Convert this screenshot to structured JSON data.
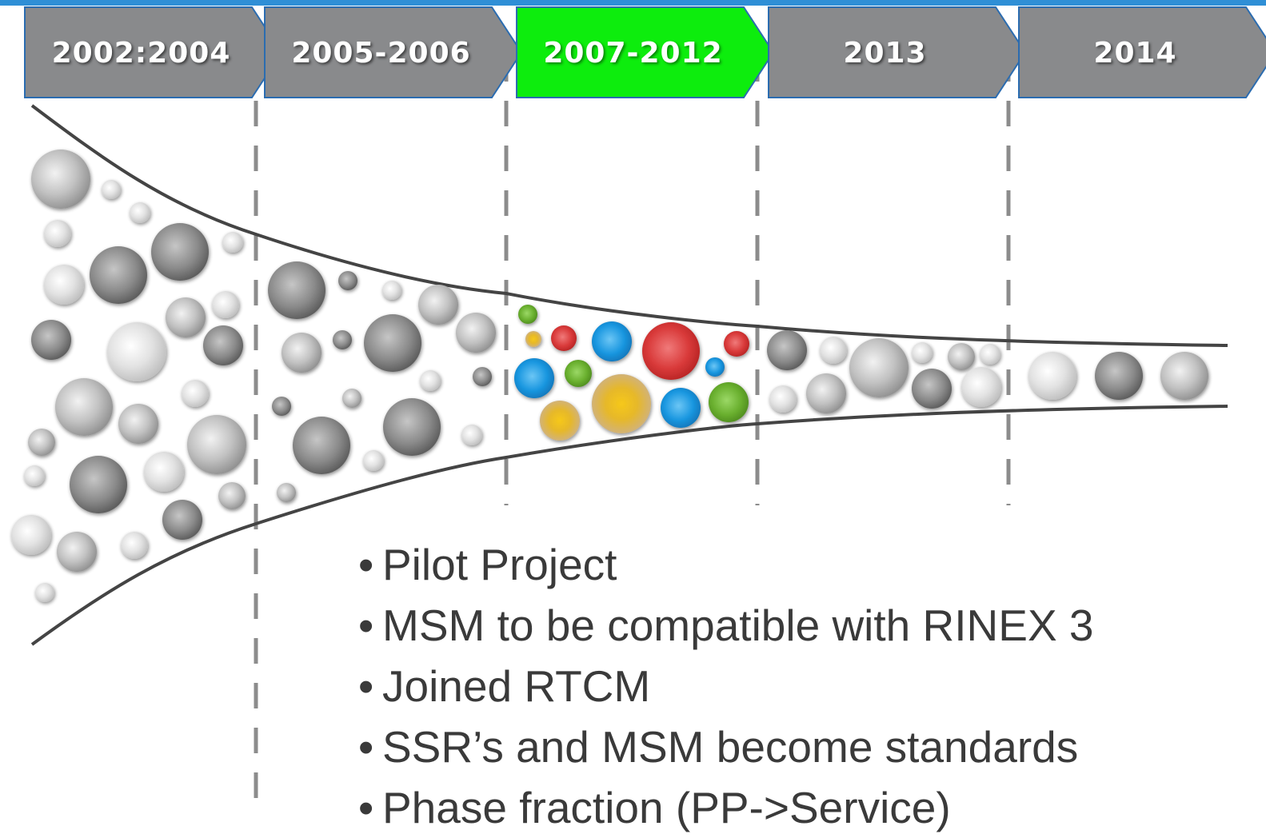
{
  "timeline": {
    "periods": [
      {
        "label": "2002:2004",
        "active": false
      },
      {
        "label": "2005-2006",
        "active": false
      },
      {
        "label": "2007-2012",
        "active": true
      },
      {
        "label": "2013",
        "active": false
      },
      {
        "label": "2014",
        "active": false
      }
    ]
  },
  "colors": {
    "chevron_gray": "#898a8c",
    "chevron_active": "#0ded0d",
    "chevron_border": "#2b6cb0",
    "funnel_line": "#444444",
    "divider": "#8c8c8c",
    "accent_blue": "#2f8fd6",
    "bubble_red": "#d93a3a",
    "bubble_blue": "#1a97e0",
    "bubble_green": "#6ab02f",
    "bubble_yellow": "#e9b81a",
    "bullet_text": "#3a3a3a"
  },
  "bullets": [
    "Pilot Project",
    "MSM to be compatible with RINEX 3",
    "Joined RTCM",
    "SSR’s and MSM become standards",
    "Phase fraction (PP->Service)"
  ]
}
